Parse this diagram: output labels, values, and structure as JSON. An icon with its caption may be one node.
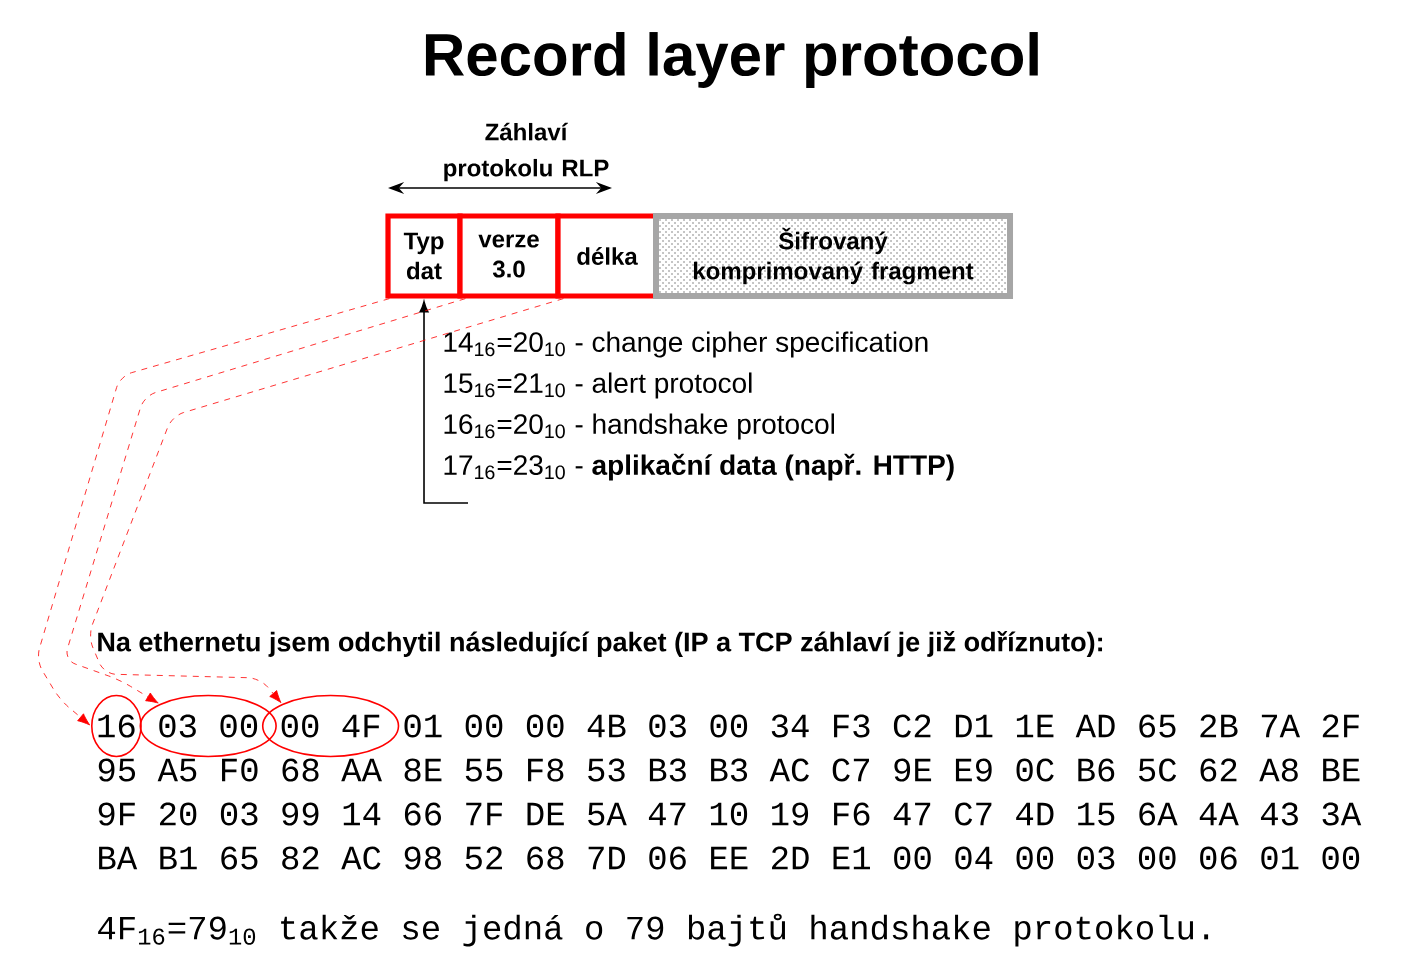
{
  "diagram": {
    "title": "Record layer protocol",
    "nodes": [
      {
        "text": [
          "Typ dat"
        ]
      },
      {
        "text": [
          "verze 3.0"
        ]
      },
      {
        "text": [
          "délka"
        ]
      },
      {
        "text": [
          "Šifrovaný komprimovaný fragment"
        ]
      },
      {
        "text": [
          "14$_{16}$=20$_{10}$ - change cipher specification",
          "15$_{16}$=21$_{10}$ - alert protocol",
          "16$_{16}$=20$_{10}$ - handshake protocol",
          "17$_{16}$=23$_{10}$ - **aplikační data (např. HTTP)**"
        ]
      },
      {
        "text": [
          "16"
        ]
      },
      {
        "text": [
          "03 00"
        ]
      },
      {
        "text": [
          "00 4F"
        ]
      }
    ],
    "edges": [
      {
        "from": 4,
        "to": 0,
        "arrow": "to",
        "color": "#000000"
      },
      {
        "from": 0,
        "to": 5,
        "arrow": "to",
        "style": "dashed",
        "color": "#ff0000"
      },
      {
        "from": 1,
        "to": 6,
        "arrow": "to",
        "style": "dashed",
        "color": "#ff0000"
      },
      {
        "from": 2,
        "to": 7,
        "arrow": "to",
        "style": "dashed",
        "color": "#ff0000"
      }
    ],
    "labels": [
      "Záhlaví protokolu RLP",
      "Na ethernetu jsem odchytil následující paket (IP a TCP záhlaví je již odříznuto):",
      "01 00 00 4B 03 00 34 F3 C2 D1 1E AD 65 2B 7A 2F",
      "95 A5 F0 68 AA 8E 55 F8 53 B3 B3 AC C7 9E E9 0C B6 5C 62 A8 BE",
      "9F 20 03 99 14 66 7F DE 5A 47 10 19 F6 47 C7 4D 15 6A 4A 43 3A",
      "BA B1 65 82 AC 98 52 68 7D 06 EE 2D E1 00 04 00 03 00 06 01 00",
      "4F$_{16}$=79$_{10}$ takže se jedná o 79 bajtů handshake protokolu."
    ]
  }
}
